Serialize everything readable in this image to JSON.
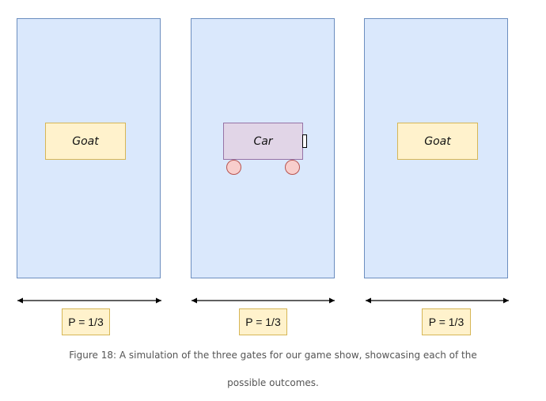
{
  "gates": [
    {
      "content": "Goat",
      "probability": "P = 1/3"
    },
    {
      "content": "Car",
      "probability": "P = 1/3"
    },
    {
      "content": "Goat",
      "probability": "P = 1/3"
    }
  ],
  "caption": {
    "line1": "Figure 18: A simulation of the three gates for our game show, showcasing each of the",
    "line2": "possible outcomes."
  },
  "colors": {
    "gate_fill": "#dae8fc",
    "gate_border": "#6c8ebf",
    "goat_fill": "#fff2cc",
    "car_fill": "#e1d5e7",
    "wheel_fill": "#f8cecc"
  }
}
